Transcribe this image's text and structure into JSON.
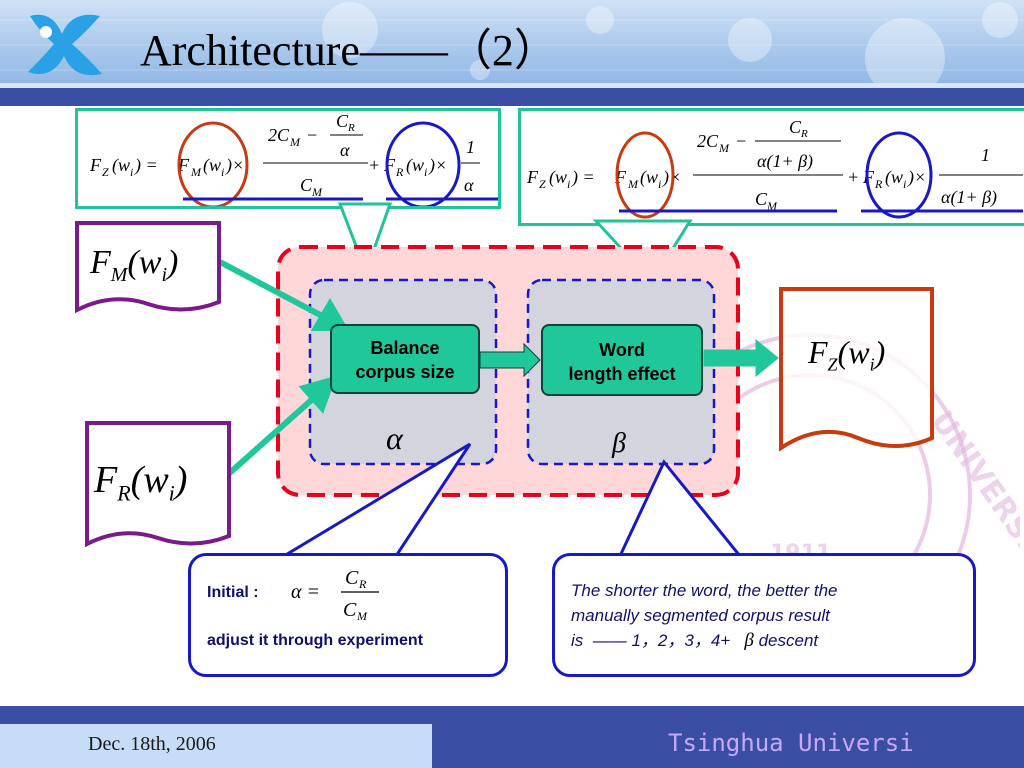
{
  "slide": {
    "title": "Architecture——（2）"
  },
  "formulas": {
    "top_left": "F_Z(w_i) = F_M(w_i) × (2C_M − C_R/α)/C_M + F_R(w_i) × 1/α",
    "top_right": "F_Z(w_i) = F_M(w_i) × (2C_M − C_R/(α(1+β)))/C_M + F_R(w_i) × 1/(α(1+β))"
  },
  "inputs": {
    "fm": {
      "F": "F",
      "sub": "M",
      "w": "(w",
      "i": "i",
      "close": ")"
    },
    "fr": {
      "F": "F",
      "sub": "R",
      "w": "(w",
      "i": "i",
      "close": ")"
    }
  },
  "output": {
    "fz": {
      "F": "F",
      "sub": "Z",
      "w": "(w",
      "i": "i",
      "close": ")"
    }
  },
  "nodes": {
    "balance_line1": "Balance",
    "balance_line2": "corpus size",
    "word_line1": "Word",
    "word_line2": "length effect",
    "alpha": "α",
    "beta": "β"
  },
  "callouts": {
    "initial_label": "Initial :",
    "initial_formula": "α = C_R / C_M",
    "adjust": "adjust it through experiment",
    "word_line1": "The shorter the word, the better the",
    "word_line2": "manually segmented corpus result",
    "word_line3_a": "is",
    "word_line3_b": "—— 1，2，3，4+",
    "word_line3_beta": "β",
    "word_line3_c": "descent"
  },
  "footer": {
    "date": "Dec. 18th, 2006",
    "organization": "Tsinghua Universi"
  },
  "colors": {
    "header_bar": "#3a4ea3",
    "teal": "#22c29a",
    "node_fill": "#1fc79a",
    "red_dash": "#e8001c",
    "blue": "#1818c8",
    "purple": "#7a1a8c",
    "orange_red": "#c83a10"
  }
}
